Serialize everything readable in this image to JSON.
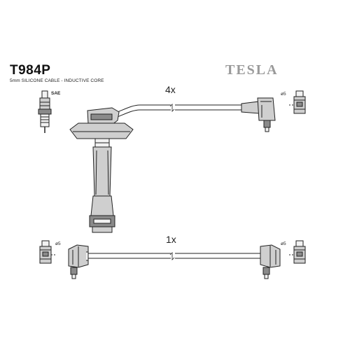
{
  "header": {
    "part_number": "T984P",
    "description": "5mm SILICONE CABLE - INDUCTIVE CORE",
    "brand": "TESLA"
  },
  "cables": {
    "top_quantity": "4x",
    "bottom_quantity": "1x"
  },
  "labels": {
    "sae": "SAE",
    "diameter_top_right": "ø5",
    "diameter_bottom_left": "ø5",
    "diameter_bottom_right": "ø5"
  },
  "colors": {
    "outline": "#222222",
    "fill_light": "#f2f2f2",
    "fill_mid": "#cfcfcf",
    "fill_dark": "#8a8a8a",
    "brand_grey": "#9a9a9a"
  }
}
